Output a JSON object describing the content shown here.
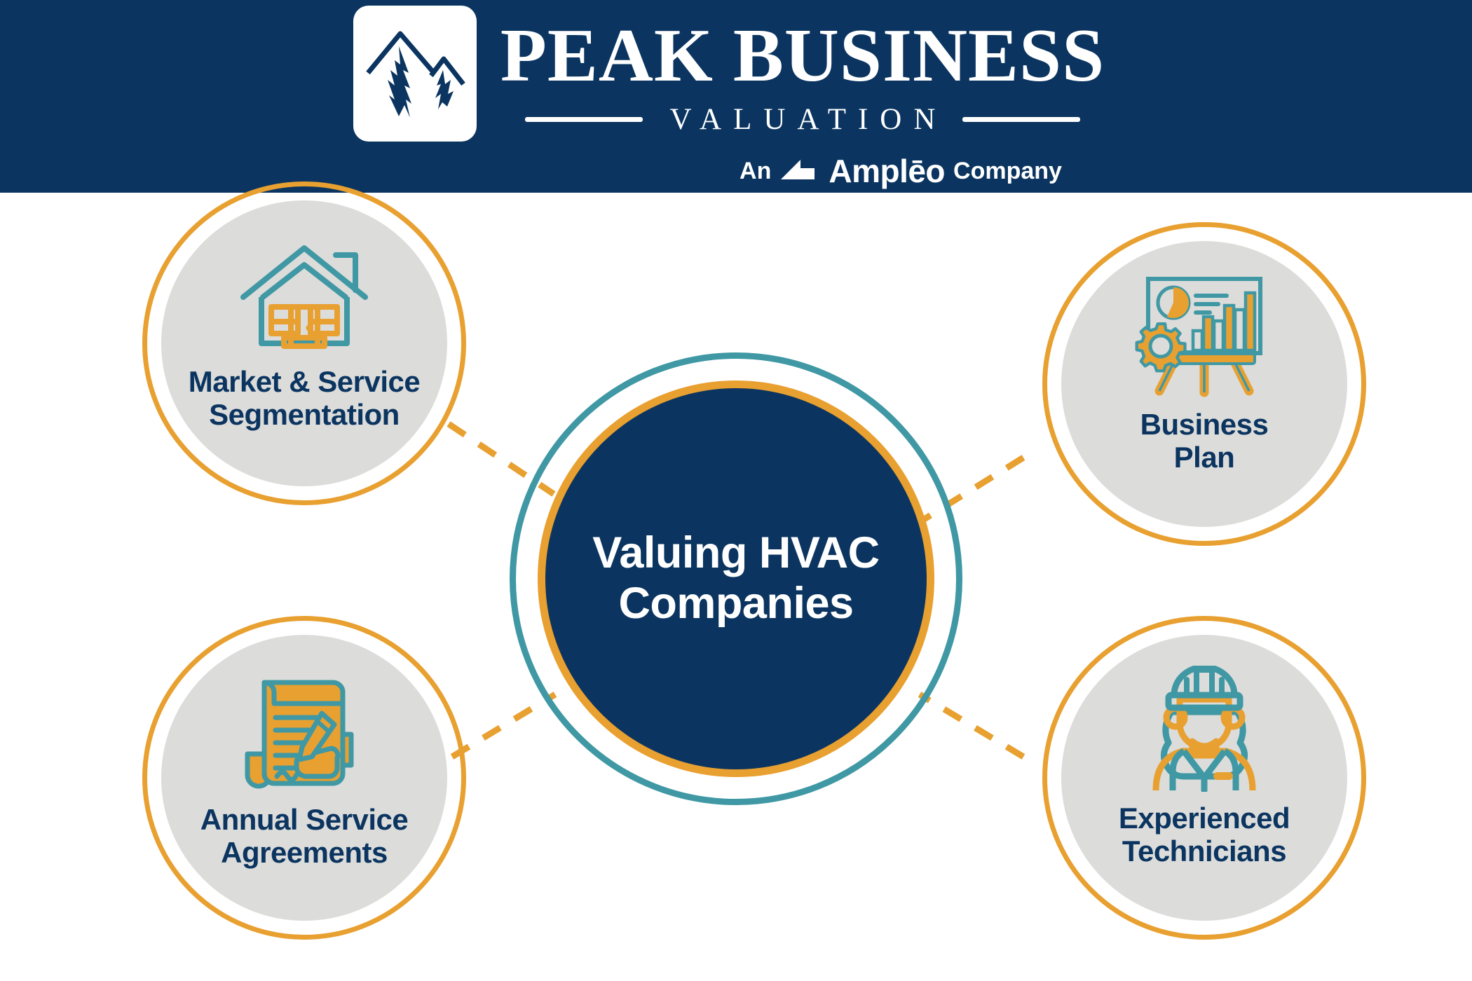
{
  "header": {
    "brand_main": "PEAK BUSINESS",
    "brand_sub": "VALUATION",
    "tagline_prefix": "An",
    "tagline_brand": "Amplēo",
    "tagline_suffix": "Company",
    "background_color": "#0b3560",
    "logo_icon": "mountain-peak-icon"
  },
  "colors": {
    "navy": "#0b3560",
    "orange": "#e8a030",
    "teal": "#3f98a4",
    "node_fill": "#dcdcda",
    "white": "#ffffff"
  },
  "center": {
    "label": "Valuing HVAC\nCompanies"
  },
  "nodes": [
    {
      "id": "market-service-segmentation",
      "label": "Market & Service\nSegmentation",
      "icon": "house-icon",
      "position": "top-left"
    },
    {
      "id": "business-plan",
      "label": "Business\nPlan",
      "icon": "presentation-easel-chart-gear-icon",
      "position": "top-right"
    },
    {
      "id": "annual-service-agreements",
      "label": "Annual Service\nAgreements",
      "icon": "contract-scroll-pen-icon",
      "position": "bottom-left"
    },
    {
      "id": "experienced-technicians",
      "label": "Experienced\nTechnicians",
      "icon": "technician-hardhat-icon",
      "position": "bottom-right"
    }
  ],
  "connectors": {
    "style": "dashed",
    "color": "#e8a030",
    "count": 4
  }
}
